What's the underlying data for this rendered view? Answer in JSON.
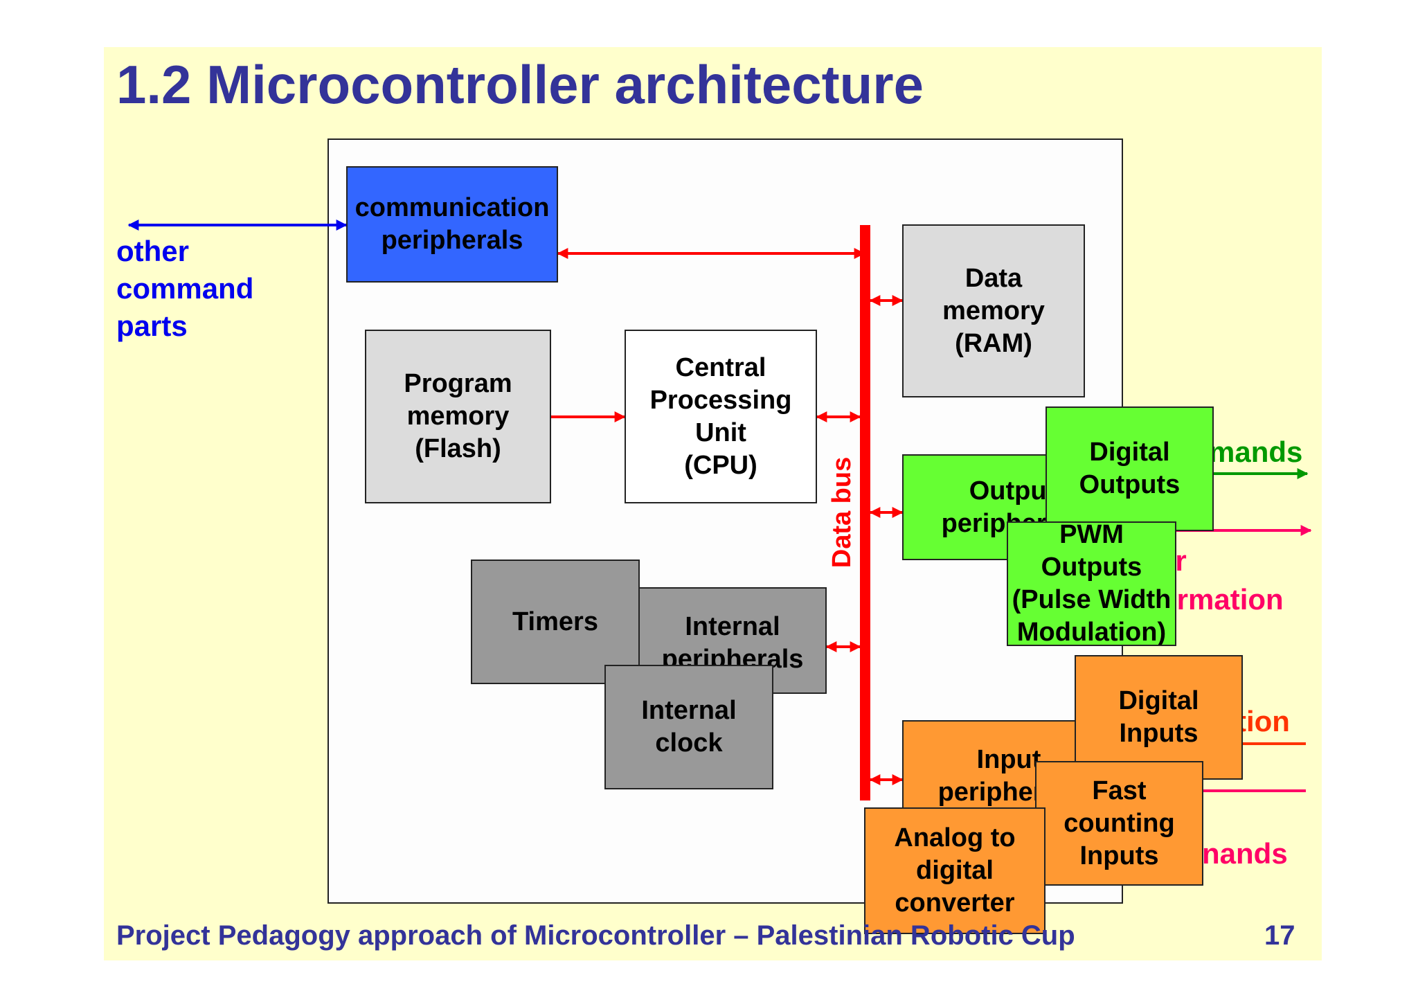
{
  "slide": {
    "title": "1.2 Microcontroller architecture",
    "footer": "Project Pedagogy approach of Microcontroller – Palestinian Robotic Cup",
    "page_number": "17"
  },
  "diagram": {
    "bus_label": "Data bus",
    "external": {
      "other_command_parts": "other\ncommand\nparts",
      "commands_out": "mands",
      "other_information": "er\normation",
      "information_in": "tion",
      "commands_in": "nands"
    },
    "blocks": {
      "communication": "communication\nperipherals",
      "program_memory": "Program\nmemory\n(Flash)",
      "cpu": "Central\nProcessing\nUnit\n(CPU)",
      "data_memory": "Data\nmemory\n(RAM)",
      "timers": "Timers",
      "internal_peripherals": "Internal\nperipherals",
      "internal_clock": "Internal\nclock",
      "output_peripherals": "Output\nperipherals",
      "digital_outputs": "Digital\nOutputs",
      "pwm_outputs": "PWM Outputs\n(Pulse Width\nModulation)",
      "input_peripherals": "Input\nperipherals",
      "digital_inputs": "Digital\nInputs",
      "fast_counting": "Fast\ncounting\nInputs",
      "adc": "Analog to\ndigital\nconverter"
    }
  },
  "colors": {
    "title": "#333399",
    "background": "#ffffcc",
    "communication": "#3366ff",
    "memory": "#dcdcdc",
    "internal": "#999999",
    "output": "#66ff33",
    "input": "#ff9933",
    "bus": "#ff0000",
    "external_blue": "#0000ee",
    "external_green": "#009900",
    "external_pink": "#ff0066",
    "external_orange": "#ff3300"
  }
}
